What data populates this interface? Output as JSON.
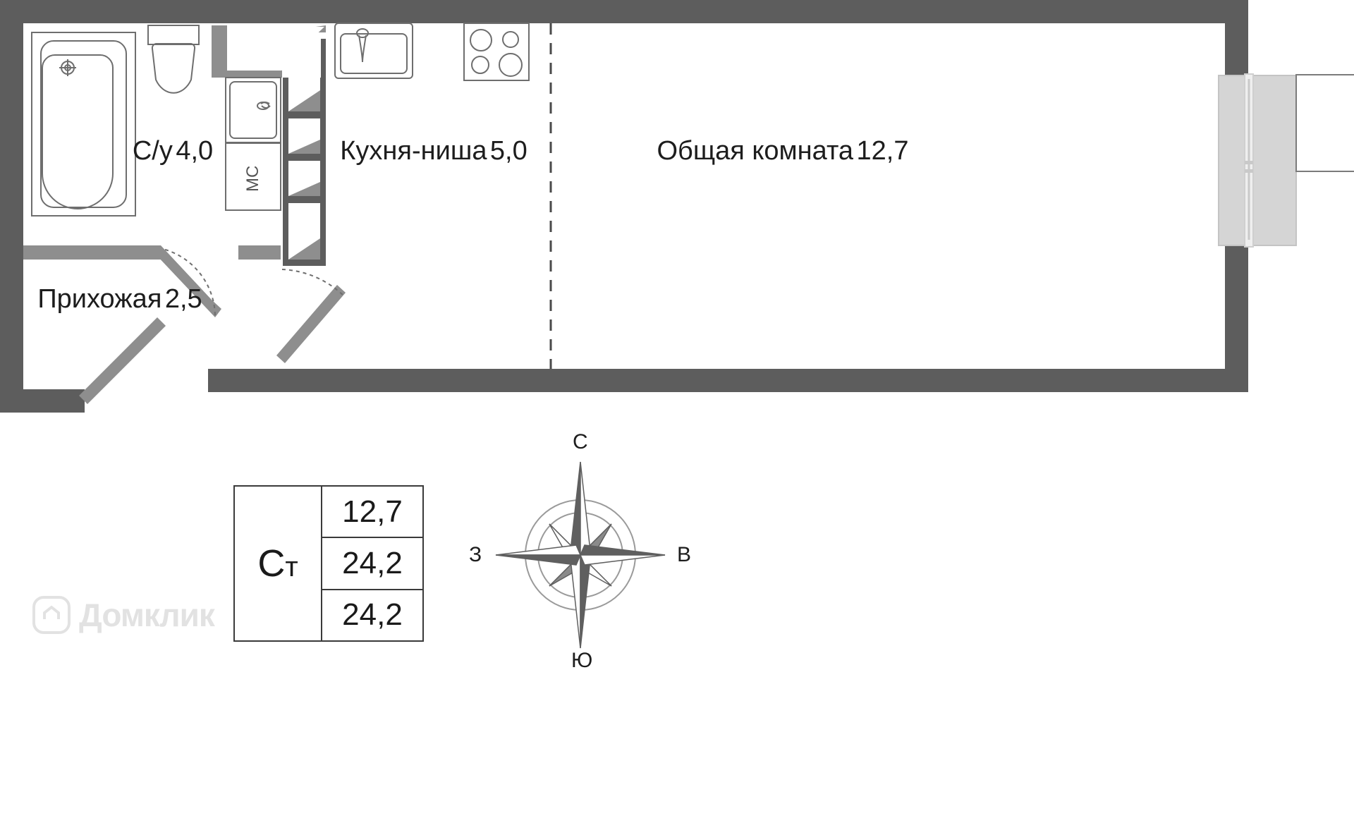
{
  "document": {
    "type": "floor-plan",
    "title": "Планировка квартиры-студии"
  },
  "rooms": [
    {
      "id": "bathroom",
      "name": "С/у",
      "area": "4,0"
    },
    {
      "id": "hall",
      "name": "Прихожая",
      "area": "2,5"
    },
    {
      "id": "kitchen",
      "name": "Кухня-ниша",
      "area": "5,0"
    },
    {
      "id": "living",
      "name": "Общая комната",
      "area": "12,7"
    }
  ],
  "fixtures": {
    "washing_machine_label": "МС",
    "bathtub": "bathtub",
    "toilet": "toilet",
    "washbasin": "washbasin",
    "kitchen_sink": "kitchen-sink",
    "cooktop_burners": 4
  },
  "area_table": {
    "type_label": "Ст",
    "values": [
      "12,7",
      "24,2",
      "24,2"
    ]
  },
  "compass": {
    "north": "С",
    "east": "В",
    "south": "Ю",
    "west": "З"
  },
  "watermark": {
    "text": "Домклик"
  },
  "colors": {
    "wall": "#5d5d5d",
    "wall_light": "#8e8e8e",
    "glazing": "#d5d5d5",
    "furniture_stroke": "#6e6e6e",
    "text": "#1d1d1d",
    "table_border": "#3a3a3a"
  }
}
